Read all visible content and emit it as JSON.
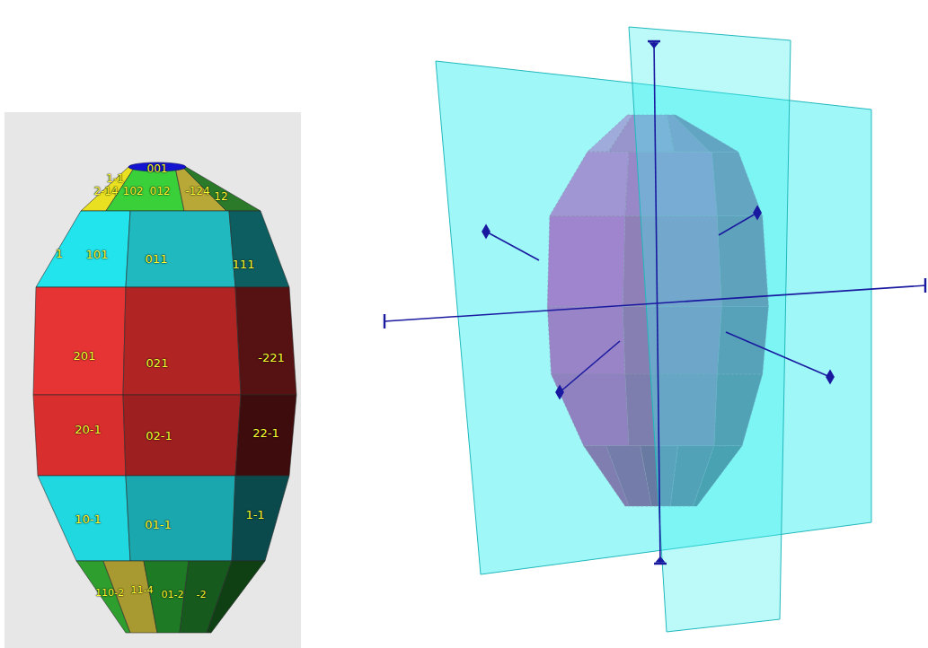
{
  "diagram": {
    "labels": [
      "001",
      "1-1",
      "2-14",
      "102",
      "012",
      "-124",
      "12",
      "1",
      "101",
      "011",
      "111",
      "201",
      "021",
      "-221",
      "20-1",
      "02-1",
      "22-1",
      "10-1",
      "01-1",
      "1-1",
      "110-2",
      "11-4",
      "01-2",
      "-2"
    ]
  }
}
